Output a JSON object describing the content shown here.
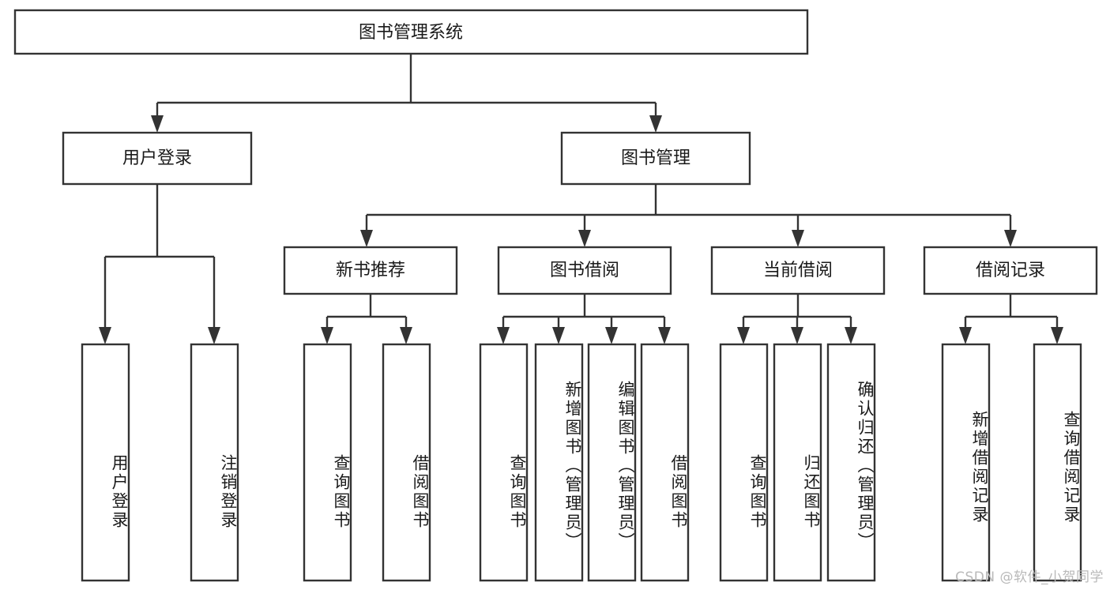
{
  "diagram": {
    "title": "图书管理系统",
    "type": "tree-hierarchy-diagram",
    "orientation": "top-down",
    "colors": {
      "box_fill": "#ffffff",
      "box_stroke": "#333333",
      "text": "#1a1a1a",
      "background": "#ffffff",
      "watermark": "#b9b9b9"
    },
    "root": {
      "label": "图书管理系统"
    },
    "level2": [
      {
        "label": "用户登录"
      },
      {
        "label": "图书管理"
      }
    ],
    "level3": [
      {
        "label": "新书推荐"
      },
      {
        "label": "图书借阅"
      },
      {
        "label": "当前借阅"
      },
      {
        "label": "借阅记录"
      }
    ],
    "leaves": {
      "user_login": [
        {
          "label": "用户登录"
        },
        {
          "label": "注销登录"
        }
      ],
      "new_book_recommend": [
        {
          "label": "查询图书"
        },
        {
          "label": "借阅图书"
        }
      ],
      "book_borrow": [
        {
          "label": "查询图书"
        },
        {
          "label": "新增图书（管理员）"
        },
        {
          "label": "编辑图书（管理员）"
        },
        {
          "label": "借阅图书"
        }
      ],
      "current_borrow": [
        {
          "label": "查询图书"
        },
        {
          "label": "归还图书"
        },
        {
          "label": "确认归还（管理员）"
        }
      ],
      "borrow_record": [
        {
          "label": "新增借阅记录"
        },
        {
          "label": "查询借阅记录"
        }
      ]
    },
    "watermark": "CSDN @软件_小贺同学"
  }
}
